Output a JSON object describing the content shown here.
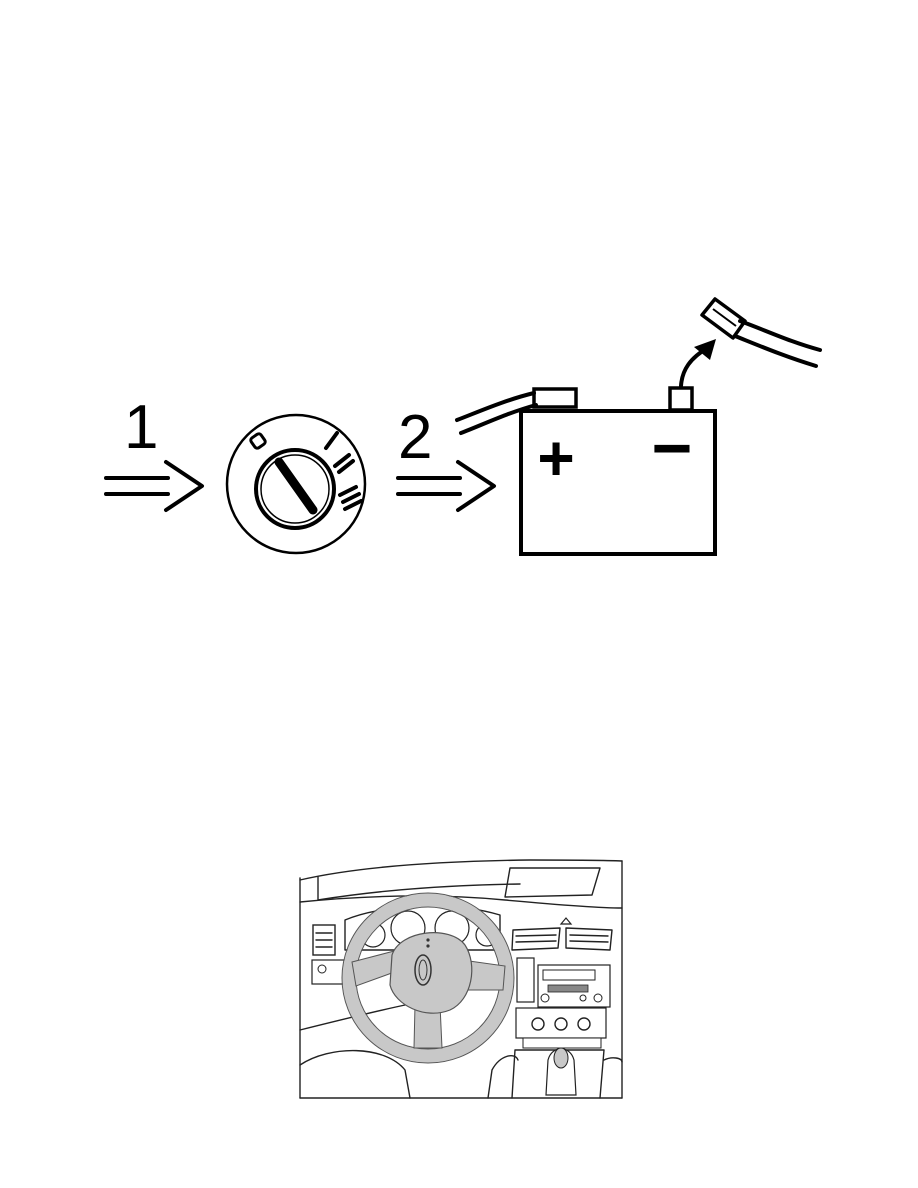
{
  "steps": [
    {
      "number": "1",
      "icon": "ignition-switch-icon"
    },
    {
      "number": "2",
      "icon": "battery-icon"
    }
  ],
  "battery": {
    "positive_symbol": "+",
    "negative_symbol": "−"
  },
  "bottom_illustration": {
    "icon": "car-dashboard-illustration"
  },
  "colors": {
    "line": "#000000",
    "wheel_gray": "#c8c8c8",
    "background": "#ffffff"
  }
}
